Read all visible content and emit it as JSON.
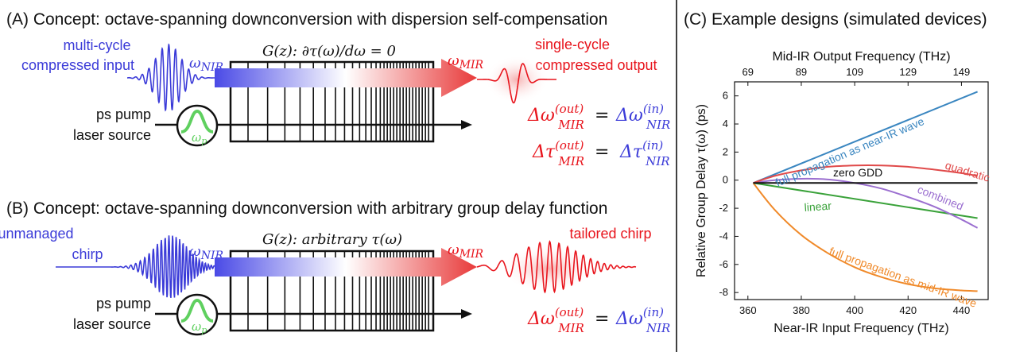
{
  "panels": {
    "a": {
      "title": "(A) Concept: octave-spanning downconversion with dispersion self-compensation",
      "input_label": [
        "multi-cycle",
        "compressed input"
      ],
      "omega_nir": "ωNIR",
      "omega_mir": "ωMIR",
      "grating": "G(z): ∂τ(ω)/dω = 0",
      "output_label": [
        "single-cycle",
        "compressed output"
      ],
      "pump_label": [
        "ps pump",
        "laser source"
      ],
      "pump_omega": "ωp",
      "eq1_left": "Δω",
      "eq1_right": "Δω",
      "eq2_left": "Δτ",
      "eq2_right": "Δτ",
      "sup_out": "(out)",
      "sup_in": "(in)",
      "sub_mir": "MIR",
      "sub_nir": "NIR",
      "equals": "="
    },
    "b": {
      "title": "(B) Concept: octave-spanning downconversion with arbitrary group delay function",
      "input_label": [
        "unmanaged",
        "chirp"
      ],
      "omega_nir": "ωNIR",
      "omega_mir": "ωMIR",
      "grating": "G(z): arbitrary τ(ω)",
      "output_label": [
        "tailored chirp"
      ],
      "pump_label": [
        "ps pump",
        "laser source"
      ],
      "pump_omega": "ωp",
      "eq1_left": "Δω",
      "eq1_right": "Δω",
      "sup_out": "(out)",
      "sup_in": "(in)",
      "sub_mir": "MIR",
      "sub_nir": "NIR",
      "equals": "="
    },
    "c": {
      "title": "(C) Example designs (simulated devices)"
    }
  },
  "chart_data": {
    "type": "line",
    "title": "",
    "xlabel": "Near-IR Input Frequency (THz)",
    "ylabel": "Relative Group Delay τ(ω) (ps)",
    "x2label": "Mid-IR Output Frequency (THz)",
    "xlim": [
      355,
      450
    ],
    "ylim": [
      -8.5,
      7
    ],
    "xticks": [
      360,
      380,
      400,
      420,
      440
    ],
    "yticks": [
      6,
      4,
      2,
      0,
      -2,
      -4,
      -6,
      -8
    ],
    "x2ticks": [
      69,
      89,
      109,
      129,
      149
    ],
    "series": [
      {
        "name": "full propagation as near-IR wave",
        "color": "#3a86c0",
        "x": [
          362,
          446
        ],
        "y": [
          -0.2,
          6.3
        ]
      },
      {
        "name": "quadratic",
        "color": "#e04a4a",
        "x": [
          362,
          370,
          380,
          390,
          400,
          410,
          420,
          430,
          440,
          446
        ],
        "y": [
          -0.2,
          0.3,
          0.7,
          0.95,
          1.05,
          1.05,
          0.95,
          0.75,
          0.5,
          0.3
        ]
      },
      {
        "name": "zero GDD",
        "color": "#111111",
        "x": [
          362,
          446
        ],
        "y": [
          -0.2,
          -0.2
        ]
      },
      {
        "name": "combined",
        "color": "#9b6fd0",
        "x": [
          362,
          370,
          380,
          390,
          400,
          410,
          420,
          430,
          440,
          446
        ],
        "y": [
          -0.2,
          0.0,
          0.1,
          0.05,
          -0.2,
          -0.6,
          -1.2,
          -1.9,
          -2.8,
          -3.4
        ]
      },
      {
        "name": "linear",
        "color": "#3aa23a",
        "x": [
          362,
          446
        ],
        "y": [
          -0.2,
          -2.7
        ]
      },
      {
        "name": "full propagation as mid-IR wave",
        "color": "#f08a2a",
        "x": [
          362,
          370,
          380,
          390,
          400,
          410,
          420,
          430,
          440,
          446
        ],
        "y": [
          -0.2,
          -2.1,
          -3.9,
          -5.2,
          -6.2,
          -6.9,
          -7.4,
          -7.7,
          -7.85,
          -7.9
        ]
      }
    ]
  }
}
